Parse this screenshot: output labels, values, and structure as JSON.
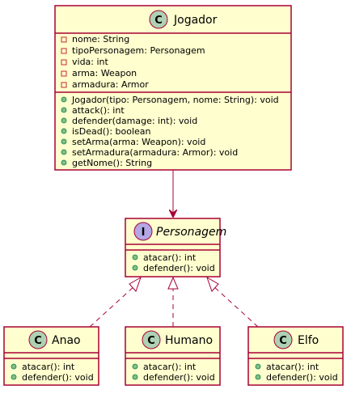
{
  "classes": {
    "jogador": {
      "name": "Jogador",
      "stereotype_letter": "C",
      "attributes": [
        "nome: String",
        "tipoPersonagem: Personagem",
        "vida: int",
        "arma: Weapon",
        "armadura: Armor"
      ],
      "methods": [
        "Jogador(tipo: Personagem, nome: String): void",
        "attack(): int",
        "defender(damage: int): void",
        "isDead(): boolean",
        "setArma(arma: Weapon): void",
        "setArmadura(armadura: Armor): void",
        "getNome(): String"
      ]
    },
    "personagem": {
      "name": "Personagem",
      "stereotype_letter": "I",
      "methods": [
        "atacar(): int",
        "defender(): void"
      ]
    },
    "anao": {
      "name": "Anao",
      "stereotype_letter": "C",
      "methods": [
        "atacar(): int",
        "defender(): void"
      ]
    },
    "humano": {
      "name": "Humano",
      "stereotype_letter": "C",
      "methods": [
        "atacar(): int",
        "defender(): void"
      ]
    },
    "elfo": {
      "name": "Elfo",
      "stereotype_letter": "C",
      "methods": [
        "atacar(): int",
        "defender(): void"
      ]
    }
  },
  "colors": {
    "box_fill": "#FEFECE",
    "box_stroke": "#A80036",
    "class_circle": "#ADD1B2",
    "interface_circle": "#B4A7E5",
    "private_marker": "#C82930",
    "public_marker": "#84BE84"
  }
}
